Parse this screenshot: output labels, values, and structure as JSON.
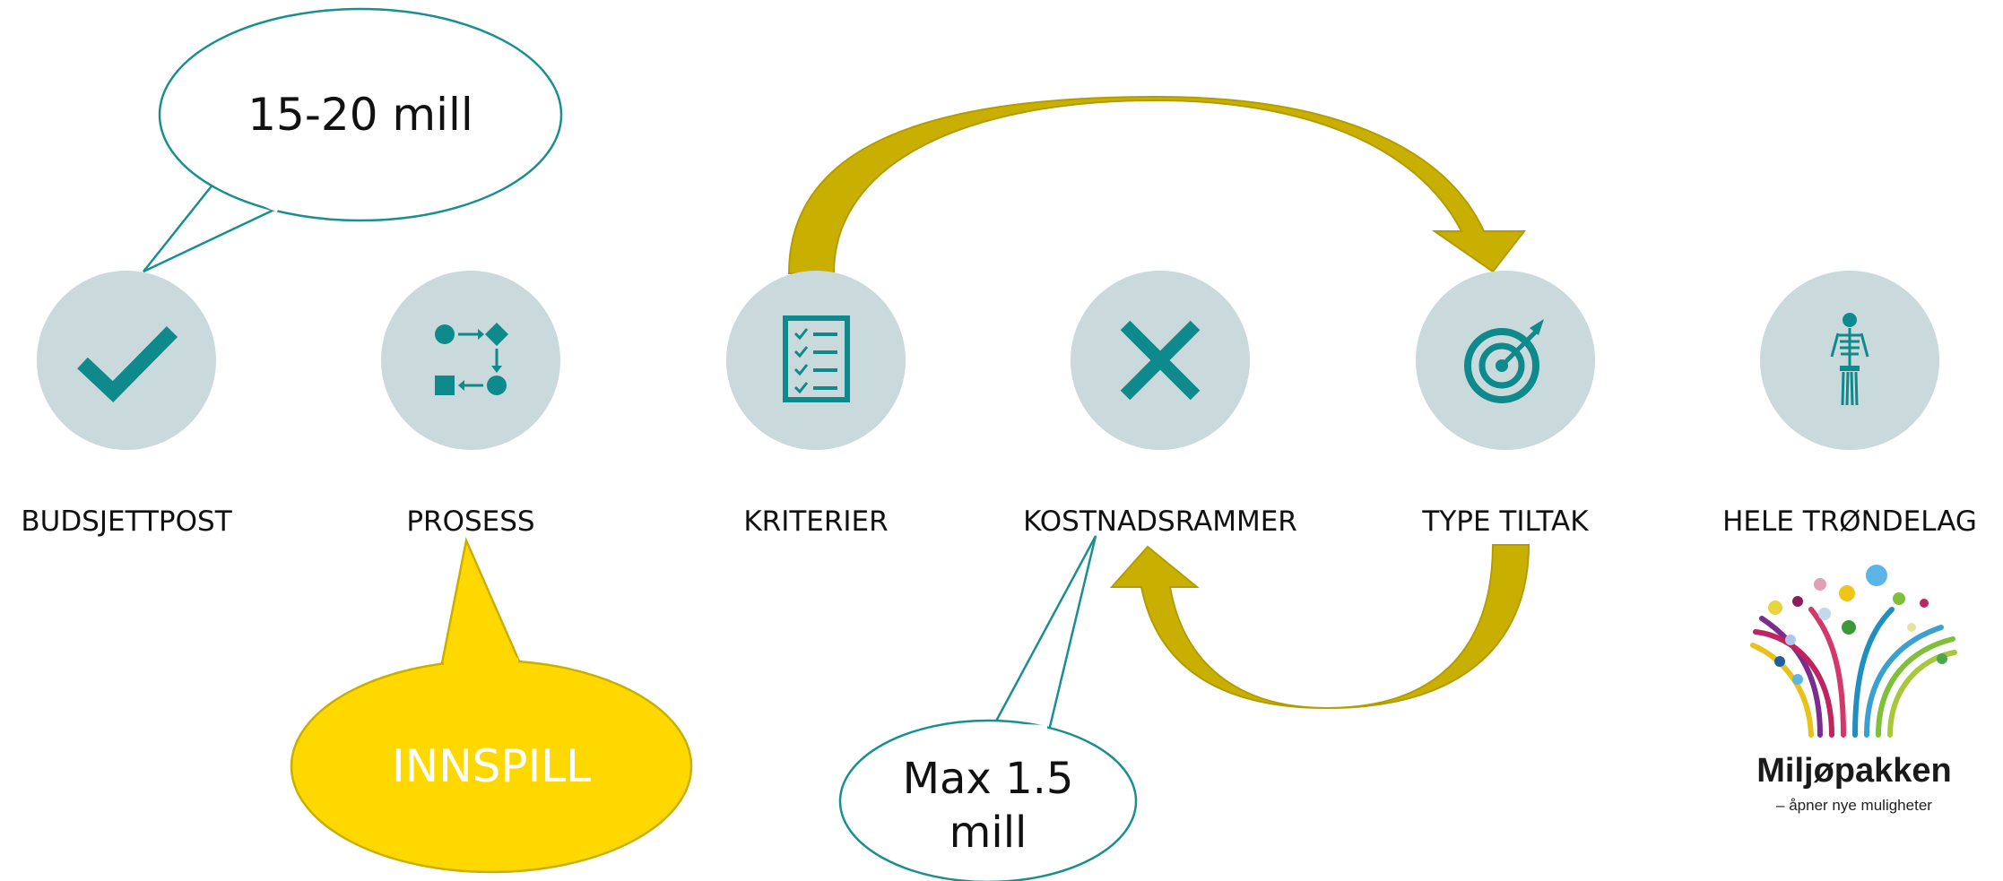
{
  "steps": [
    {
      "label": "BUDSJETTPOST",
      "icon": "checkmark-icon"
    },
    {
      "label": "PROSESS",
      "icon": "process-flow-icon"
    },
    {
      "label": "KRITERIER",
      "icon": "checklist-icon"
    },
    {
      "label": "KOSTNADSRAMMER",
      "icon": "x-mark-icon"
    },
    {
      "label": "TYPE TILTAK",
      "icon": "target-icon"
    },
    {
      "label": "HELE TRØNDELAG",
      "icon": "skeleton-icon"
    }
  ],
  "callouts": {
    "budget": "15-20 mill",
    "input": "INNSPILL",
    "cost_line1": "Max 1.5",
    "cost_line2": "mill"
  },
  "logo": {
    "title": "Miljøpakken",
    "tagline": "– åpner nye muligheter"
  },
  "colors": {
    "icon_circle": "#c9d9dc",
    "icon": "#0e8a8c",
    "callout_border": "#1a8f8f",
    "innspill_fill": "#ffd800",
    "arrow_fill": "#c9b000"
  }
}
